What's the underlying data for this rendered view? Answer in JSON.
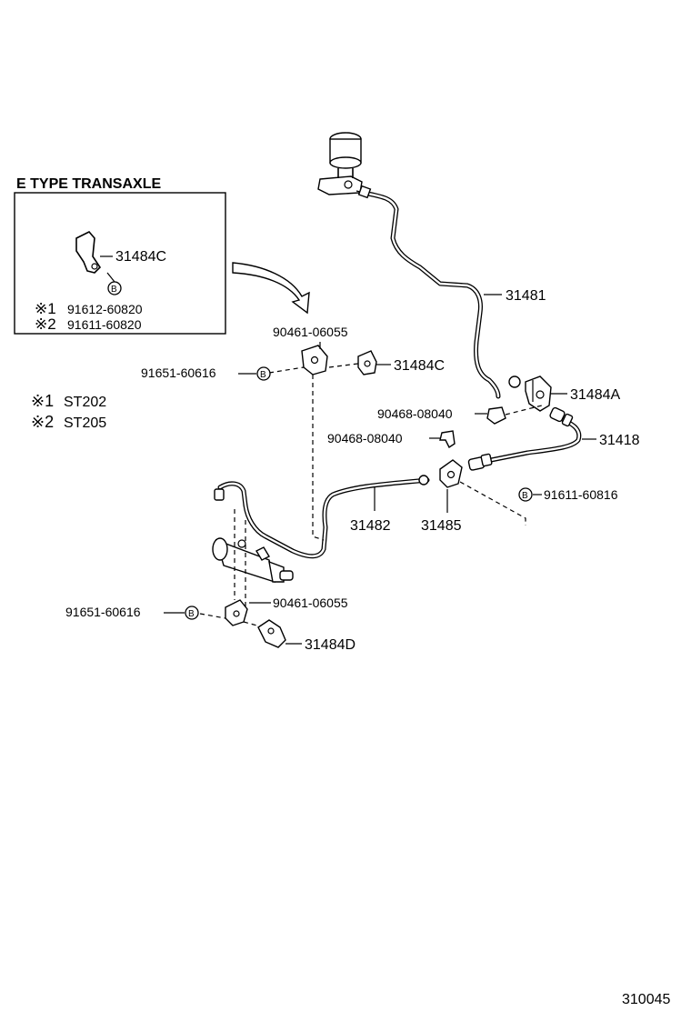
{
  "inset": {
    "title": "E TYPE TRANSAXLE",
    "part_bracket": "31484C",
    "bolt_symbol": "B",
    "note1_mark": "※1",
    "note1_part": "91612-60820",
    "note2_mark": "※2",
    "note2_part": "91611-60820"
  },
  "legend": {
    "line1_mark": "※1",
    "line1_model": "ST202",
    "line2_mark": "※2",
    "line2_model": "ST205"
  },
  "labels": {
    "p31481": "31481",
    "p31484a": "31484A",
    "p31418": "31418",
    "p31484c": "31484C",
    "p90461_upper": "90461-06055",
    "p91651_upper": "91651-60616",
    "p90468_upper": "90468-08040",
    "p90468_lower": "90468-08040",
    "p91611": "91611-60816",
    "p31482": "31482",
    "p31485": "31485",
    "p90461_lower": "90461-06055",
    "p91651_lower": "91651-60616",
    "p31484d": "31484D",
    "bolt_symbol": "B"
  },
  "footer": {
    "figure_number": "310045"
  }
}
